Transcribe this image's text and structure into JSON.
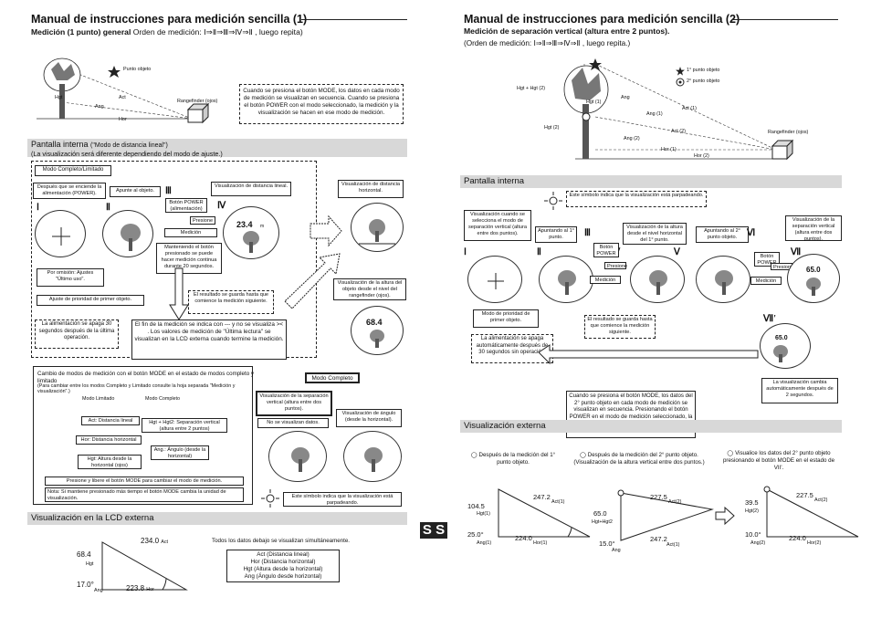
{
  "left": {
    "title": "Manual de instrucciones para medición sencilla (1)",
    "subtitle_bold": "Medición (1 punto) general",
    "subtitle_rest": " Orden de medición:  Ⅰ⇒Ⅱ⇒Ⅲ⇒Ⅳ⇒Ⅱ , luego repita)",
    "diagram": {
      "target": "Punto objeto",
      "act": "Act",
      "ang": "Ang",
      "hgt": "Hgt",
      "hor": "Hor",
      "rangefinder": "Rangefinder (ojos)"
    },
    "mode_note": "Cuando se presiona el botón MODE, los datos en cada modo de medición se visualizan en secuencia. Cuando se presiona el botón POWER con el modo seleccionado, la medición y la visualización se hacen en ese modo de medición.",
    "screen_band_a": "Pantalla interna ",
    "screen_band_b": "(\"Modo de distancia lineal\")",
    "screen_band_c": "(La visualización será diferente dependiendo del modo de ajuste.)",
    "mode_full_limited": "Modo Completo/Limitado",
    "after_power": "Después que se enciende la alimentación (POWER).",
    "aim": "Apunte al objeto.",
    "power_button": "Botón POWER (alimentación)",
    "press": "Presione",
    "measurement": "Medición",
    "hold_note": "Manteniendo el botón presionado se puede hacer medición continua durante 20 segundos.",
    "disp_linear": "Visualización de distancia lineal.",
    "disp_horizontal": "Visualización de distancia horizontal.",
    "disp_height": "Visualización de la altura del objeto desde el nivel del rangefinder (ojos).",
    "default": "Por omisión: Ajustes \"Último uso\".",
    "priority": "Ajuste de prioridad de primer objeto.",
    "saved": "El resultado se guarda hasta que comience la medición siguiente.",
    "power_off": "La alimentación se apaga 30 segundos después de la última operación.",
    "end_note": "El fin de la medición se indica con --- y no se visualiza >< . Los valores de medición de \"Última lectura\" se visualizan en la LCD externa cuando termine la medición.",
    "mode_change_title": "Cambio de modos de medición con el botón MODE en el estado de modos completo y limitado",
    "mode_change_sub": "(Para cambiar entre los modos Completo y Limitado consulte la hoja separada \"Medición y visualización\".)",
    "mode_limited": "Modo Limitado",
    "mode_complete": "Modo Completo",
    "m_act": "Act: Distancia lineal",
    "m_hor": "Hor: Distancia horizontal",
    "m_hgt": "Hgt: Altura desde la horizontal (ojos)",
    "m_hgt12": "Hgt + Hgt2: Separación vertical (altura entre 2 puntos)",
    "m_ang": "Ang.: Ángulo (desde la horizontal)",
    "m_press_release": "Presione y libere el botón MODE para cambiar el modo de medición.",
    "m_note": "Nota: Si mantiene presionado más tiempo el botón MODE cambia la unidad de visualización.",
    "mode_complete_box": "Modo Completo",
    "disp_vertical": "Visualización de la separación vertical (altura entre dos puntos).",
    "disp_angle": "Visualización de ángulo (desde la horizontal).",
    "no_data": "No se visualizan datos.",
    "blink": "Este símbolo indica que la visualización está parpadeando.",
    "lcd_band": "Visualización en la LCD externa",
    "lcd": {
      "act_val": "234.0",
      "act": "Act",
      "hgt_val": "68.4",
      "hgt": "Hgt",
      "ang_val": "17.0°",
      "ang": "Ang",
      "hor_val": "223.8",
      "hor": "Hor"
    },
    "all_data": "Todos los datos debajo se visualizan simultáneamente.",
    "legend": [
      "Act (Distancia lineal)",
      "Hor (Distancia horizontal)",
      "Hgt (Altura desde la horizontal)",
      "Ang (Ángulo desde horizontal)"
    ],
    "screens": {
      "r1": "23.4",
      "r2": "68.4",
      "unit": "m",
      "gt": "><"
    }
  },
  "right": {
    "title": "Manual de instrucciones para medición sencilla (2)",
    "subtitle": "Medición de separación vertical (altura entre 2 puntos).",
    "order": "(Orden de medición:  Ⅰ⇒Ⅱ⇒Ⅲ⇒Ⅳ⇒Ⅱ , luego repita.)",
    "diagram": {
      "p1": "1° punto objeto",
      "p2": "2° punto objeto",
      "hgt12": "Hgt + Hgt (2)",
      "hgt1": "Hgt (1)",
      "hgt2": "Hgt (2)",
      "ang": "Ang",
      "ang1": "Ang (1)",
      "ang2": "Ang (2)",
      "act1": "Act (1)",
      "act2": "Act (2)",
      "hor1": "Hor (1)",
      "hor2": "Hor (2)",
      "rangefinder": "Rangefinder (ojos)"
    },
    "screen_band": "Pantalla interna",
    "blink": "Este símbolo indica que la visualización está parpadeando.",
    "vs_note": "Visualización cuando se selecciona el modo de separación vertical (altura entre dos puntos).",
    "aim1": "Apuntando al 1° punto.",
    "disp_height1": "Visualización de la altura desde el nivel horizontal del 1° punto.",
    "aim2": "Apuntando al 2° punto objeto.",
    "disp_vs": "Visualización de la separación vertical (altura entre dos puntos).",
    "power_button": "Botón POWER",
    "press": "Presione",
    "measurement": "Medición",
    "priority": "Modo de prioridad de primer objeto.",
    "saved": "El resultado se guarda hasta que comience la medición siguiente.",
    "power_off": "La alimentación se apaga automáticamente después de 30 segundos sin operación.",
    "mode_note": "Cuando se presiona el botón MODE, los datos del 2° punto objeto en cada modo de medición se visualizan en secuencia. Presionando el botón POWER en el modo de medición seleccionado, la medición y la visualización de los datos se hace en ese modo de medición.",
    "auto_change": "La visualización cambia automáticamente después de 2 segundos.",
    "ext_band": "Visualización externa",
    "ext1": "Después de la medición del 1° punto objeto.",
    "ext2": "Después de la medición del 2° punto objeto. (Visualización de la altura vertical entre dos puntos.)",
    "ext3": "Visualice los datos del 2° punto objeto presionando el botón MODE en el estado de VII'.",
    "t1": {
      "act_val": "247.2",
      "act": "Act(1)",
      "hgt_val": "104.5",
      "hgt": "Hgt(1)",
      "ang_val": "25.0°",
      "ang": "Ang(1)",
      "hor_val": "224.0",
      "hor": "Hor(1)"
    },
    "t2": {
      "top_val": "227.5",
      "top": "Act(2)",
      "mid_val": "65.0",
      "mid": "Hgt+Hgt2",
      "ang_val": "15.0°",
      "ang": "Ang",
      "bot_val": "247.2",
      "bot": "Act(1)"
    },
    "t3": {
      "act_val": "227.5",
      "act": "Act(2)",
      "hgt_val": "39.5",
      "hgt": "Hgt(2)",
      "ang_val": "10.0°",
      "ang": "Ang(2)",
      "hor_val": "224.0",
      "hor": "Hor(2)"
    },
    "screens": {
      "r": "65.0",
      "unit": "m"
    }
  },
  "ss_label": "S S"
}
